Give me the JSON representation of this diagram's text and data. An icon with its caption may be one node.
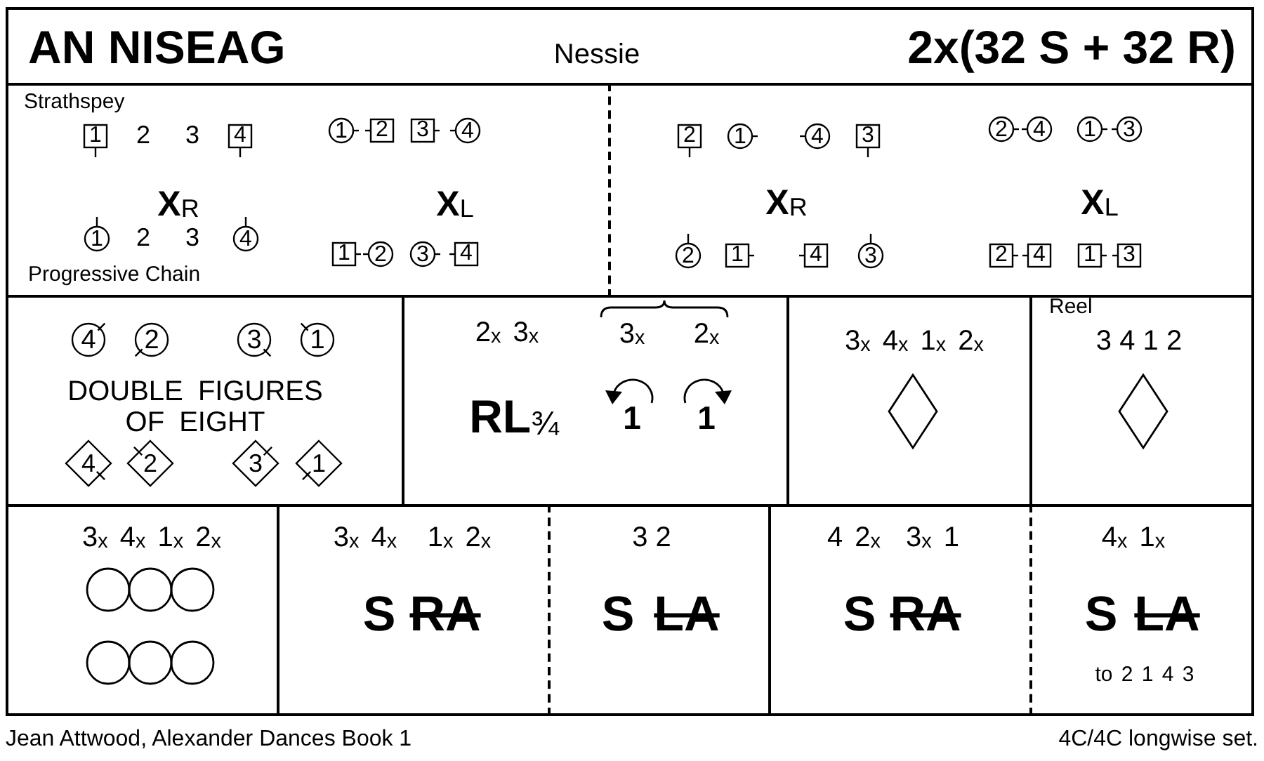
{
  "diagram": {
    "title": "AN NISEAG",
    "nodes": [
      {
        "text": [
          "Strathspey",
          "2",
          "3",
          "**X**$_{R}$",
          "**X**$_{L}$",
          "2",
          "3",
          "Progressive Chain"
        ]
      },
      {
        "text": [
          "1"
        ],
        "in": 0
      },
      {
        "text": [
          "4"
        ],
        "in": 0
      },
      {
        "text": [
          "1"
        ],
        "in": 0
      },
      {
        "text": [
          "2"
        ],
        "in": 0
      },
      {
        "text": [
          "3"
        ],
        "in": 0
      },
      {
        "text": [
          "4"
        ],
        "in": 0
      },
      {
        "text": [
          "1"
        ],
        "in": 0
      },
      {
        "text": [
          "4"
        ],
        "in": 0
      },
      {
        "text": [
          "1"
        ],
        "in": 0
      },
      {
        "text": [
          "2"
        ],
        "in": 0
      },
      {
        "text": [
          "3"
        ],
        "in": 0
      },
      {
        "text": [
          "4"
        ],
        "in": 0
      },
      {
        "text": [
          "**X**$_{R}$",
          "**X**$_{L}$"
        ]
      },
      {
        "text": [
          "2"
        ],
        "in": 13
      },
      {
        "text": [
          "1"
        ],
        "in": 13
      },
      {
        "text": [
          "4"
        ],
        "in": 13
      },
      {
        "text": [
          "3"
        ],
        "in": 13
      },
      {
        "text": [
          "2"
        ],
        "in": 13
      },
      {
        "text": [
          "4"
        ],
        "in": 13
      },
      {
        "text": [
          "1"
        ],
        "in": 13
      },
      {
        "text": [
          "3"
        ],
        "in": 13
      },
      {
        "text": [
          "2"
        ],
        "in": 13
      },
      {
        "text": [
          "1"
        ],
        "in": 13
      },
      {
        "text": [
          "4"
        ],
        "in": 13
      },
      {
        "text": [
          "3"
        ],
        "in": 13
      },
      {
        "text": [
          "2"
        ],
        "in": 13
      },
      {
        "text": [
          "4"
        ],
        "in": 13
      },
      {
        "text": [
          "1"
        ],
        "in": 13
      },
      {
        "text": [
          "3"
        ],
        "in": 13
      },
      {
        "text": [
          "DOUBLE FIGURES OF EIGHT"
        ]
      },
      {
        "text": [
          "4"
        ],
        "in": 30
      },
      {
        "text": [
          "2"
        ],
        "in": 30
      },
      {
        "text": [
          "3"
        ],
        "in": 30
      },
      {
        "text": [
          "1"
        ],
        "in": 30
      },
      {
        "text": [
          "4"
        ],
        "in": 30
      },
      {
        "text": [
          "2"
        ],
        "in": 30
      },
      {
        "text": [
          "3"
        ],
        "in": 30
      },
      {
        "text": [
          "1"
        ],
        "in": 30
      },
      {
        "text": [
          "2$_{x}$ 3$_{x}$",
          "3$_{x}$",
          "2$_{x}$",
          "**RL**$_{¾}$",
          "1",
          "1"
        ]
      },
      {
        "text": [
          "3$_{x}$ 4$_{x}$ 1$_{x}$ 2$_{x}$"
        ]
      },
      {
        "text": [
          "Reel",
          "3 4 1 2"
        ]
      },
      {
        "text": [
          "3$_{x}$ 4$_{x}$ 1$_{x}$ 2$_{x}$"
        ]
      },
      {
        "text": [
          "3$_{x}$ 4$_{x}$",
          "1$_{x}$ 2$_{x}$",
          "S",
          "RA"
        ]
      },
      {
        "text": [
          "3 2",
          "S",
          "LA"
        ]
      },
      {
        "text": [
          "4 2$_{x}$",
          "3$_{x}$ 1",
          "S",
          "RA"
        ]
      },
      {
        "text": [
          "4$_{x}$ 1$_{x}$",
          "S",
          "LA",
          "to 2 1 4 3"
        ]
      }
    ],
    "labels": [
      "Nessie",
      "2x(32 S + 32 R)",
      "Jean Attwood, Alexander Dances Book 1",
      "4C/4C longwise set."
    ]
  }
}
